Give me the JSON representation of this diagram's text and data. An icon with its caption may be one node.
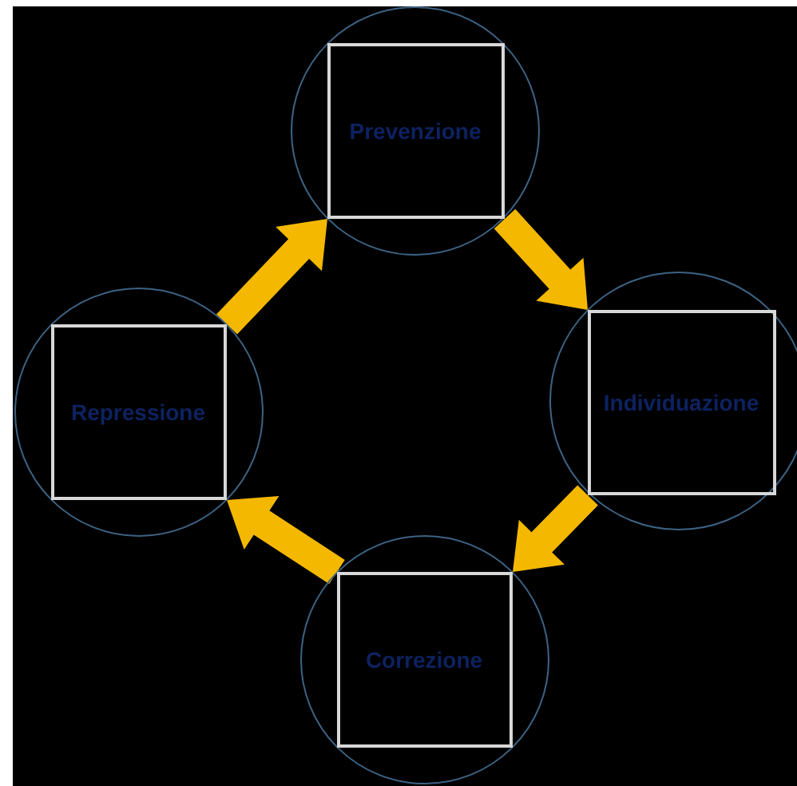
{
  "diagram": {
    "nodes": [
      {
        "text": [],
        "shape": "circle"
      },
      {
        "text": [
          "Prevenzione"
        ],
        "in": 0
      },
      {
        "text": [],
        "shape": "circle"
      },
      {
        "text": [
          "Individuazione"
        ],
        "in": 2
      },
      {
        "text": [],
        "shape": "circle"
      },
      {
        "text": [
          "Correzione"
        ],
        "in": 4
      },
      {
        "text": [],
        "shape": "circle"
      },
      {
        "text": [
          "Repressione"
        ],
        "in": 6
      }
    ],
    "edges": [
      {
        "from": 1,
        "to": 3,
        "arrow": "to",
        "style": "thick"
      },
      {
        "from": 3,
        "to": 5,
        "arrow": "to",
        "style": "thick"
      },
      {
        "from": 5,
        "to": 7,
        "arrow": "to",
        "style": "thick"
      },
      {
        "from": 7,
        "to": 1,
        "arrow": "to",
        "style": "thick"
      }
    ]
  }
}
